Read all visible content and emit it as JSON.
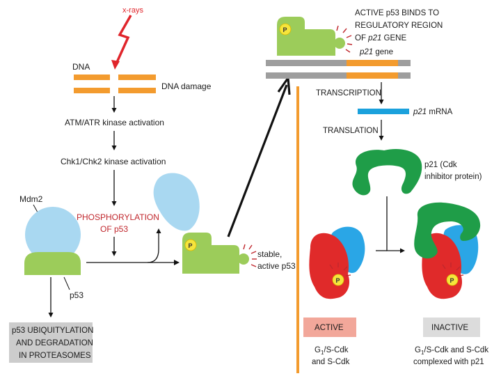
{
  "labels": {
    "xrays": "x-rays",
    "dna": "DNA",
    "dna_damage": "DNA damage",
    "atm_atr": "ATM/ATR kinase activation",
    "chk": "Chk1/Chk2 kinase activation",
    "mdm2": "Mdm2",
    "phospho_line1": "PHOSPHORYLATION",
    "phospho_line2": "OF p53",
    "p53": "p53",
    "stable_line1": "stable,",
    "stable_line2": "active p53",
    "ubiq_line1": "p53 UBIQUITYLATION",
    "ubiq_line2": "AND DEGRADATION",
    "ubiq_line3": "IN PROTEASOMES",
    "active_binds_line1": "ACTIVE p53 BINDS TO",
    "active_binds_line2": "REGULATORY REGION",
    "active_binds_line3_a": "OF ",
    "active_binds_line3_b": "p21",
    "active_binds_line3_c": " GENE",
    "p21_gene_a": "p21",
    "p21_gene_b": " gene",
    "transcription": "TRANSCRIPTION",
    "mrna_a": "p21",
    "mrna_b": " mRNA",
    "translation": "TRANSLATION",
    "p21_protein_line1": "p21 (Cdk",
    "p21_protein_line2": "inhibitor protein)",
    "active_box": "ACTIVE",
    "inactive_box": "INACTIVE",
    "g1s_line1_a": "G",
    "g1s_line1_sub": "1",
    "g1s_line1_b": "/S-Cdk",
    "g1s_line2": "and S-Cdk",
    "complex_line1_a": "G",
    "complex_line1_sub": "1",
    "complex_line1_b": "/S-Cdk and S-Cdk",
    "complex_line2": "complexed with p21",
    "phosphate": "P"
  },
  "colors": {
    "green": "#9ccc5a",
    "light_blue": "#a9d8f1",
    "orange": "#f39b2e",
    "gray_dna": "#9e9e9e",
    "mrna_blue": "#1ba1dc",
    "dark_green": "#1f9d48",
    "cdk_red": "#e02a2a",
    "cyclin_blue": "#2aa6e6",
    "phosphate_yellow": "#f6e53c",
    "active_box": "#f2a79a",
    "inactive_box": "#dcdcdc",
    "ubiq_box": "#cccccc",
    "xray_red": "#e0252b"
  }
}
